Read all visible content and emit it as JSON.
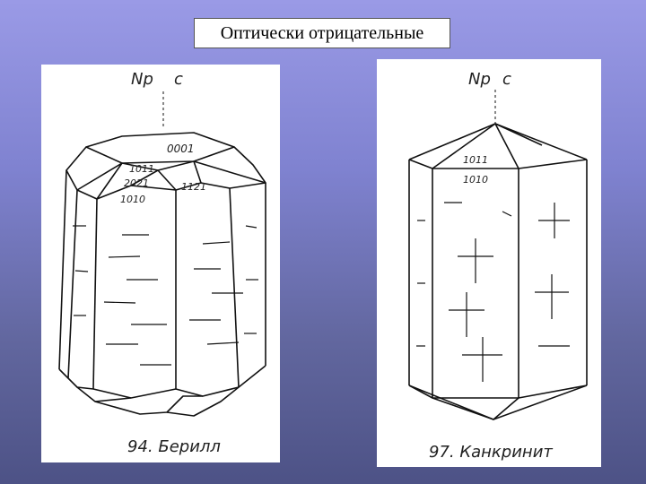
{
  "slide": {
    "title": "Оптически отрицательные"
  },
  "left_crystal": {
    "axis_label_np": "Np",
    "axis_label_c": "c",
    "face_labels": [
      "0001",
      "1011",
      "2021",
      "1010",
      "1121"
    ],
    "caption": "94. Берилл"
  },
  "right_crystal": {
    "axis_label_np": "Np",
    "axis_label_c": "c",
    "face_labels": [
      "1011",
      "1010"
    ],
    "caption": "97. Канкринит"
  }
}
